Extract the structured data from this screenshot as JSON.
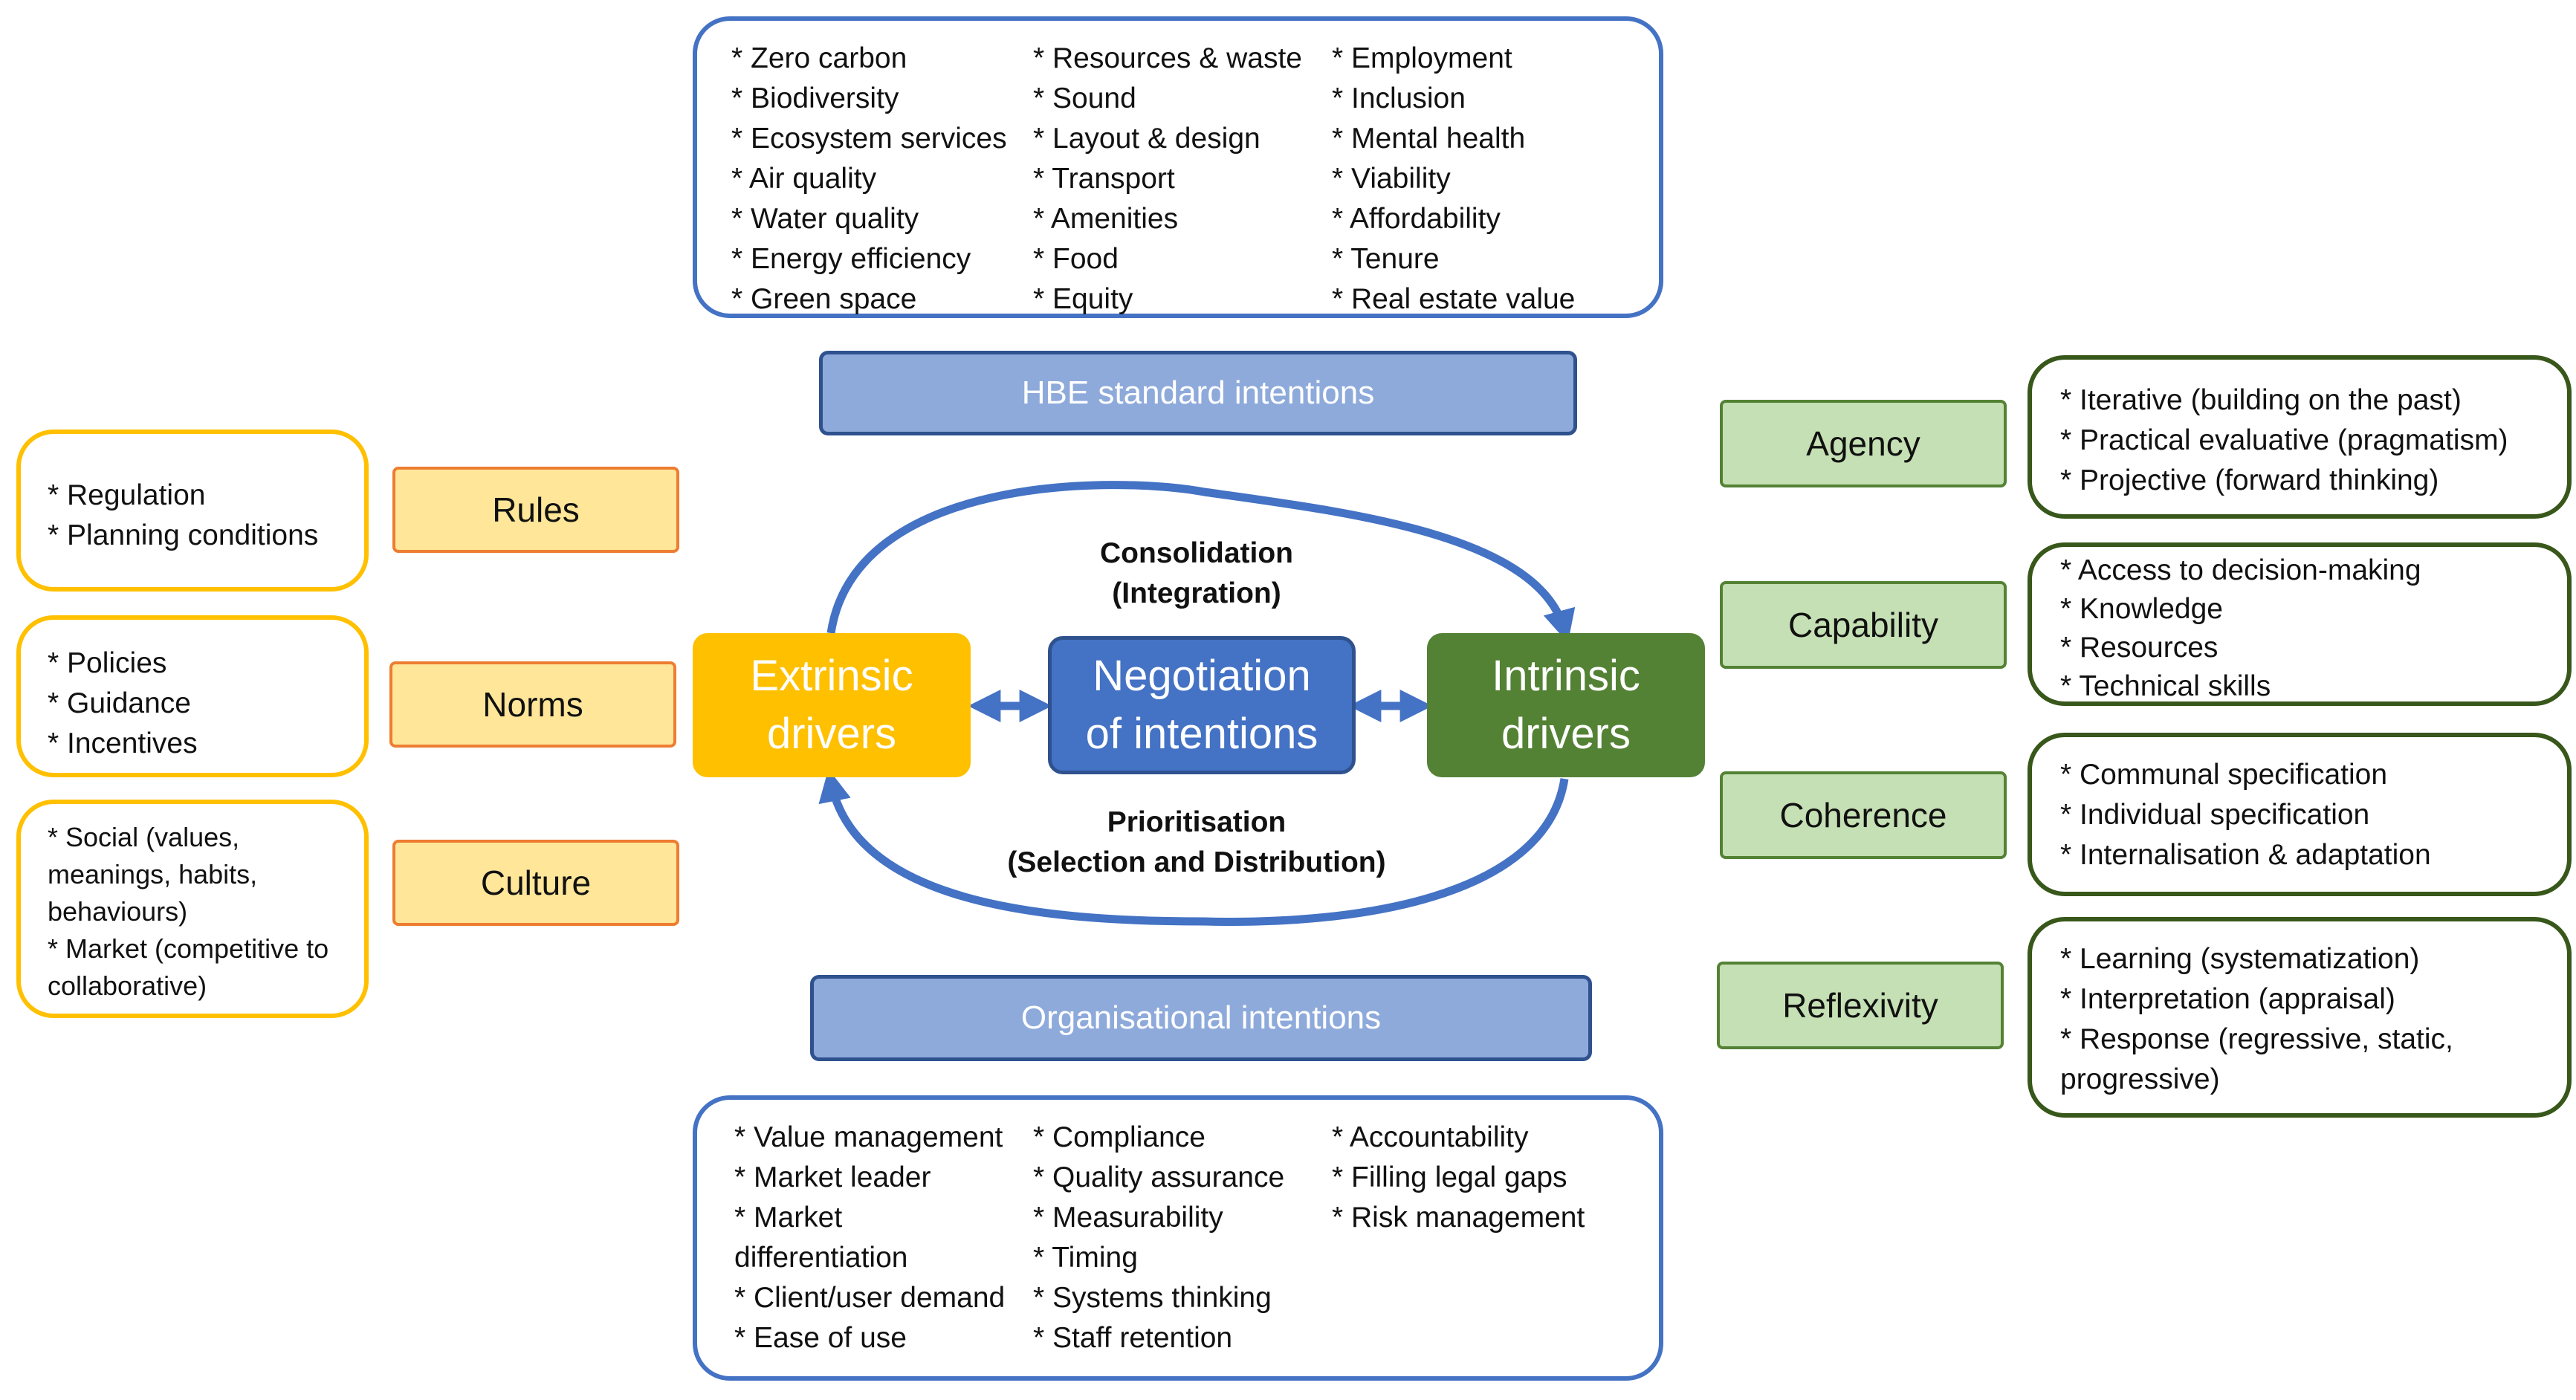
{
  "top_box": {
    "col1": [
      "* Zero carbon",
      "* Biodiversity",
      "* Ecosystem services",
      "* Air quality",
      "* Water quality",
      "* Energy efficiency",
      "* Green space"
    ],
    "col2": [
      "* Resources & waste",
      "* Sound",
      "* Layout & design",
      "* Transport",
      "* Amenities",
      "* Food",
      "* Equity"
    ],
    "col3": [
      "* Employment",
      "* Inclusion",
      "* Mental health",
      "* Viability",
      "* Affordability",
      "* Tenure",
      "* Real estate value"
    ]
  },
  "hbe_banner": "HBE standard intentions",
  "org_banner": "Organisational intentions",
  "bottom_box": {
    "col1": [
      "* Value management",
      "* Market leader",
      "* Market differentiation",
      "* Client/user demand",
      "* Ease of use"
    ],
    "col2": [
      "* Compliance",
      "* Quality assurance",
      "* Measurability",
      "* Timing",
      "* Systems thinking",
      "* Staff retention"
    ],
    "col3": [
      "* Accountability",
      "* Filling legal gaps",
      "* Risk management"
    ]
  },
  "extrinsic": {
    "title_line1": "Extrinsic",
    "title_line2": "drivers",
    "rules": {
      "label": "Rules",
      "items": [
        "* Regulation",
        "* Planning conditions"
      ]
    },
    "norms": {
      "label": "Norms",
      "items": [
        "* Policies",
        "* Guidance",
        "* Incentives"
      ]
    },
    "culture": {
      "label": "Culture",
      "items": [
        "* Social (values, meanings, habits, behaviours)",
        "* Market (competitive to collaborative)"
      ]
    }
  },
  "negotiation": {
    "line1": "Negotiation",
    "line2": "of intentions"
  },
  "intrinsic": {
    "title_line1": "Intrinsic",
    "title_line2": "drivers",
    "agency": {
      "label": "Agency",
      "items": [
        "* Iterative (building on the past)",
        "* Practical evaluative (pragmatism)",
        "* Projective (forward thinking)"
      ]
    },
    "capability": {
      "label": "Capability",
      "items": [
        "* Access to decision-making",
        "* Knowledge",
        "* Resources",
        "* Technical skills"
      ]
    },
    "coherence": {
      "label": "Coherence",
      "items": [
        "* Communal specification",
        "* Individual specification",
        "* Internalisation & adaptation"
      ]
    },
    "reflexivity": {
      "label": "Reflexivity",
      "items": [
        "* Learning (systematization)",
        "* Interpretation (appraisal)",
        "* Response (regressive, static, progressive)"
      ]
    }
  },
  "consolidation": {
    "line1": "Consolidation",
    "line2": "(Integration)"
  },
  "prioritisation": {
    "line1": "Prioritisation",
    "line2": "(Selection and Distribution)"
  },
  "colors": {
    "extrinsic": "#FFC000",
    "negotiation": "#4472C4",
    "intrinsic": "#548235",
    "banner": "#8EAADB"
  }
}
